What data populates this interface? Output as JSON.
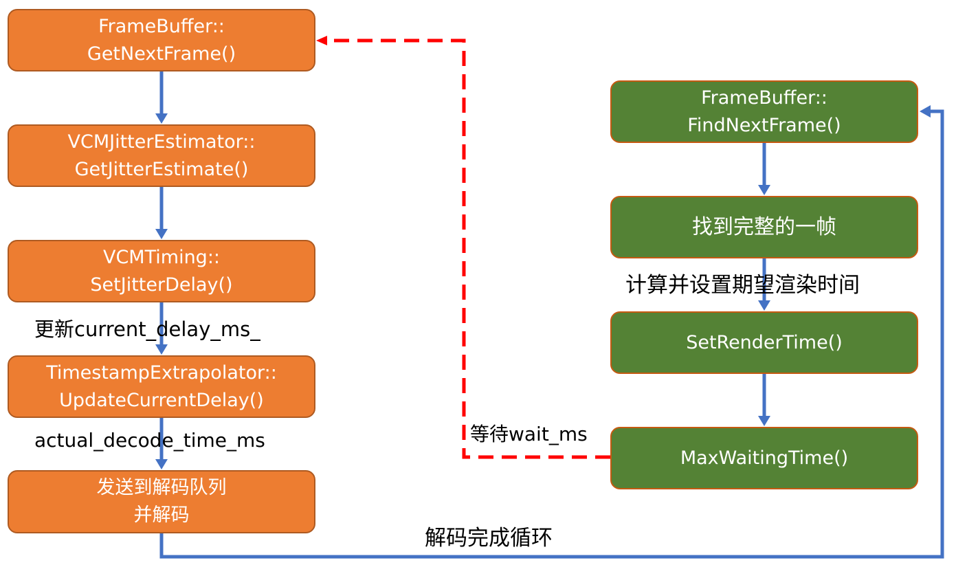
{
  "diagram": {
    "type": "flowchart",
    "colors": {
      "left_box_fill": "#ed7d31",
      "right_box_fill": "#548235",
      "arrow_blue": "#4472c4",
      "dashed_red": "#ff0000"
    },
    "left_column": [
      {
        "id": "get-next-frame",
        "lines": [
          "FrameBuffer::",
          "GetNextFrame()"
        ]
      },
      {
        "id": "get-jitter-estimate",
        "lines": [
          "VCMJitterEstimator::",
          "GetJitterEstimate()"
        ]
      },
      {
        "id": "set-jitter-delay",
        "lines": [
          "VCMTiming::",
          "SetJitterDelay()"
        ]
      },
      {
        "id": "update-current-delay",
        "lines": [
          "TimestampExtrapolator::",
          "UpdateCurrentDelay()"
        ]
      },
      {
        "id": "send-to-decode",
        "lines": [
          "发送到解码队列",
          "并解码"
        ]
      }
    ],
    "right_column": [
      {
        "id": "find-next-frame",
        "lines": [
          "FrameBuffer::",
          "FindNextFrame()"
        ]
      },
      {
        "id": "found-complete-frame",
        "lines": [
          "找到完整的一帧"
        ]
      },
      {
        "id": "set-render-time",
        "lines": [
          "SetRenderTime()"
        ]
      },
      {
        "id": "max-waiting-time",
        "lines": [
          "MaxWaitingTime()"
        ]
      }
    ],
    "edge_labels": {
      "update_current_delay": "更新current_delay_ms_",
      "actual_decode_time": "actual_decode_time_ms",
      "calc_render_time": "计算并设置期望渲染时间",
      "wait": "等待wait_ms",
      "loop": "解码完成循环"
    }
  }
}
